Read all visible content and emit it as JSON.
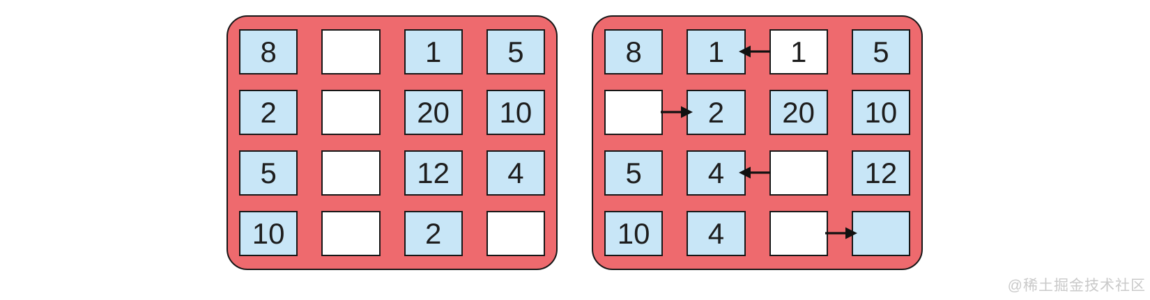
{
  "page": {
    "watermark": "@稀土掘金技术社区"
  },
  "colors": {
    "board_background": "#ee6a6e",
    "tile_background": "#c8e6f7",
    "empty_background": "#ffffff",
    "outline": "#161616",
    "arrow": "#111111",
    "number_text": "#1d1d1d",
    "watermark_text": "#c9c9c9"
  },
  "boards": [
    {
      "name": "grid-before",
      "cells": [
        [
          {
            "value": "8",
            "type": "tile"
          },
          {
            "value": "",
            "type": "empty"
          },
          {
            "value": "1",
            "type": "tile"
          },
          {
            "value": "5",
            "type": "tile"
          }
        ],
        [
          {
            "value": "2",
            "type": "tile"
          },
          {
            "value": "",
            "type": "empty"
          },
          {
            "value": "20",
            "type": "tile"
          },
          {
            "value": "10",
            "type": "tile"
          }
        ],
        [
          {
            "value": "5",
            "type": "tile"
          },
          {
            "value": "",
            "type": "empty"
          },
          {
            "value": "12",
            "type": "tile"
          },
          {
            "value": "4",
            "type": "tile"
          }
        ],
        [
          {
            "value": "10",
            "type": "tile"
          },
          {
            "value": "",
            "type": "empty"
          },
          {
            "value": "2",
            "type": "tile"
          },
          {
            "value": "",
            "type": "empty"
          }
        ]
      ],
      "arrows": []
    },
    {
      "name": "grid-after",
      "cells": [
        [
          {
            "value": "8",
            "type": "tile"
          },
          {
            "value": "1",
            "type": "tile"
          },
          {
            "value": "1",
            "type": "empty"
          },
          {
            "value": "5",
            "type": "tile"
          }
        ],
        [
          {
            "value": "",
            "type": "empty"
          },
          {
            "value": "2",
            "type": "tile"
          },
          {
            "value": "20",
            "type": "tile"
          },
          {
            "value": "10",
            "type": "tile"
          }
        ],
        [
          {
            "value": "5",
            "type": "tile"
          },
          {
            "value": "4",
            "type": "tile"
          },
          {
            "value": "",
            "type": "empty"
          },
          {
            "value": "12",
            "type": "tile"
          }
        ],
        [
          {
            "value": "10",
            "type": "tile"
          },
          {
            "value": "4",
            "type": "tile"
          },
          {
            "value": "",
            "type": "empty"
          },
          {
            "value": "",
            "type": "tile"
          }
        ]
      ],
      "arrows": [
        {
          "row": 0,
          "gap": 1,
          "direction": "left"
        },
        {
          "row": 1,
          "gap": 0,
          "direction": "right"
        },
        {
          "row": 2,
          "gap": 1,
          "direction": "left"
        },
        {
          "row": 3,
          "gap": 2,
          "direction": "right"
        }
      ]
    }
  ]
}
